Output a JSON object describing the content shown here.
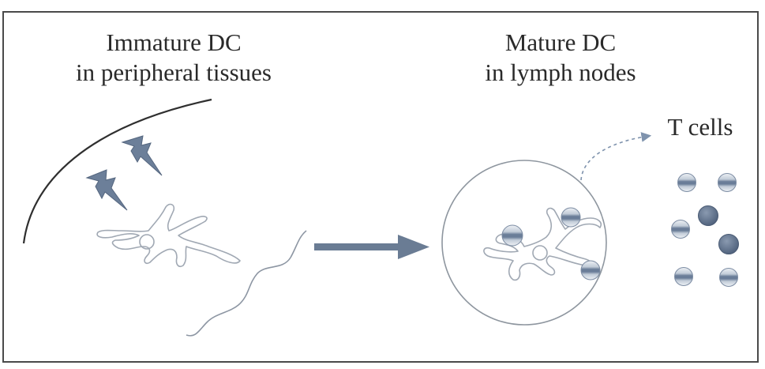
{
  "left_panel": {
    "title_line1": "Immature DC",
    "title_line2": "in peripheral tissues"
  },
  "right_panel": {
    "title_line1": "Mature DC",
    "title_line2": "in lymph nodes"
  },
  "t_cells_label": "T cells",
  "colors": {
    "frame": "#4a4a4a",
    "outline": "#9aa2ad",
    "arrow": "#6a7c94",
    "lightning": "#6c7f99",
    "dark_cell": "#5c6e88"
  }
}
